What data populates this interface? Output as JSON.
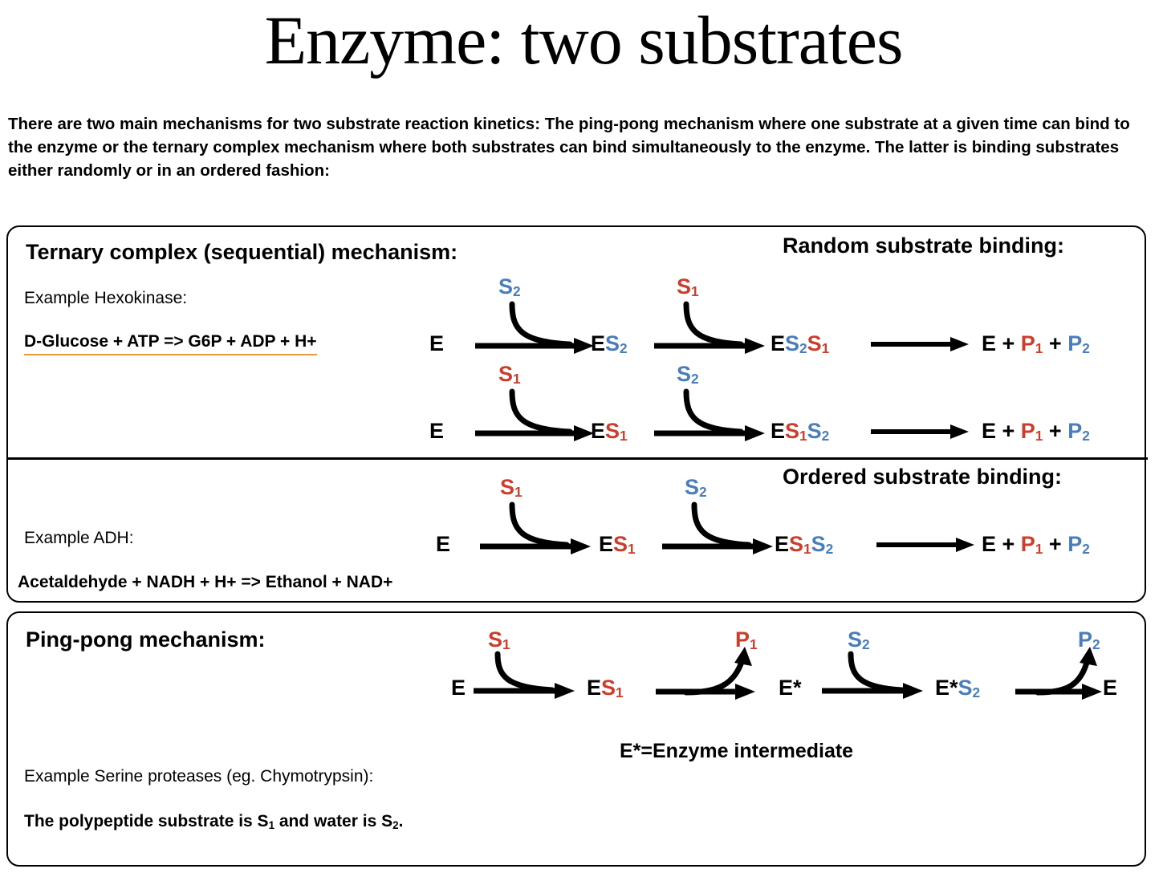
{
  "title": "Enzyme: two substrates",
  "intro": "There are two main mechanisms for two substrate reaction kinetics: The ping-pong mechanism where one substrate at a given time can bind to the enzyme or the ternary complex mechanism where both substrates can bind simultaneously to the enzyme. The latter is binding substrates either randomly or in an ordered fashion:",
  "colors": {
    "substrate_1_red": "#CC3D2B",
    "substrate_2_blue": "#4A7EBB",
    "underline_orange": "#E59A3C",
    "border_black": "#000000"
  },
  "ternary_box": {
    "heading_left": "Ternary complex (sequential) mechanism:",
    "heading_right": "Random substrate binding:",
    "example_label": "Example Hexokinase:",
    "example_equation": "D-Glucose + ATP => G6P + ADP + H+",
    "row1": {
      "start": "E",
      "sub_label_1": "S2",
      "node_1": "ES2",
      "sub_label_2": "S1",
      "node_2": "ES2S1",
      "end": "E + P1 + P2"
    },
    "row2": {
      "start": "E",
      "sub_label_1": "S1",
      "node_1": "ES1",
      "sub_label_2": "S2",
      "node_2": "ES1S2",
      "end": "E + P1 + P2"
    }
  },
  "ordered_box": {
    "heading_right": "Ordered substrate binding:",
    "example_label": "Example ADH:",
    "example_equation": "Acetaldehyde + NADH + H+ => Ethanol + NAD+",
    "row": {
      "start": "E",
      "sub_label_1": "S1",
      "node_1": "ES1",
      "sub_label_2": "S2",
      "node_2": "ES1S2",
      "end": "E + P1 + P2"
    }
  },
  "pingpong_box": {
    "heading_left": "Ping-pong mechanism:",
    "note": "E*=Enzyme intermediate",
    "example_label": "Example Serine proteases (eg. Chymotrypsin):",
    "example_statement": "The polypeptide substrate is S1 and water is S2.",
    "row": {
      "start": "E",
      "sub_label_1": "S1",
      "node_1": "ES1",
      "prod_label_1": "P1",
      "node_2": "E*",
      "sub_label_2": "S2",
      "node_3": "E*S2",
      "prod_label_2": "P2",
      "end": "E"
    }
  }
}
